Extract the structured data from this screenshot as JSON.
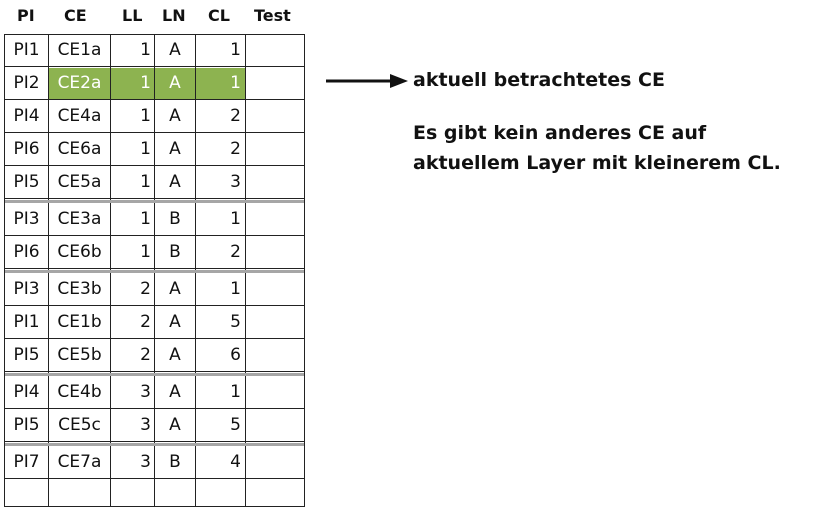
{
  "headers": [
    "PI",
    "CE",
    "LL",
    "LN",
    "CL",
    "Test"
  ],
  "rows": [
    {
      "pi": "PI1",
      "ce": "CE1a",
      "ll": "1",
      "ln": "A",
      "cl": "1",
      "test": "",
      "highlight": false,
      "group_start": false
    },
    {
      "pi": "PI2",
      "ce": "CE2a",
      "ll": "1",
      "ln": "A",
      "cl": "1",
      "test": "",
      "highlight": true,
      "group_start": false
    },
    {
      "pi": "PI4",
      "ce": "CE4a",
      "ll": "1",
      "ln": "A",
      "cl": "2",
      "test": "",
      "highlight": false,
      "group_start": false
    },
    {
      "pi": "PI6",
      "ce": "CE6a",
      "ll": "1",
      "ln": "A",
      "cl": "2",
      "test": "",
      "highlight": false,
      "group_start": false
    },
    {
      "pi": "PI5",
      "ce": "CE5a",
      "ll": "1",
      "ln": "A",
      "cl": "3",
      "test": "",
      "highlight": false,
      "group_start": false
    },
    {
      "pi": "PI3",
      "ce": "CE3a",
      "ll": "1",
      "ln": "B",
      "cl": "1",
      "test": "",
      "highlight": false,
      "group_start": true
    },
    {
      "pi": "PI6",
      "ce": "CE6b",
      "ll": "1",
      "ln": "B",
      "cl": "2",
      "test": "",
      "highlight": false,
      "group_start": false
    },
    {
      "pi": "PI3",
      "ce": "CE3b",
      "ll": "2",
      "ln": "A",
      "cl": "1",
      "test": "",
      "highlight": false,
      "group_start": true
    },
    {
      "pi": "PI1",
      "ce": "CE1b",
      "ll": "2",
      "ln": "A",
      "cl": "5",
      "test": "",
      "highlight": false,
      "group_start": false
    },
    {
      "pi": "PI5",
      "ce": "CE5b",
      "ll": "2",
      "ln": "A",
      "cl": "6",
      "test": "",
      "highlight": false,
      "group_start": false
    },
    {
      "pi": "PI4",
      "ce": "CE4b",
      "ll": "3",
      "ln": "A",
      "cl": "1",
      "test": "",
      "highlight": false,
      "group_start": true
    },
    {
      "pi": "PI5",
      "ce": "CE5c",
      "ll": "3",
      "ln": "A",
      "cl": "5",
      "test": "",
      "highlight": false,
      "group_start": false
    },
    {
      "pi": "PI7",
      "ce": "CE7a",
      "ll": "3",
      "ln": "B",
      "cl": "4",
      "test": "",
      "highlight": false,
      "group_start": true
    }
  ],
  "annotation": {
    "pointer_label": "aktuell betrachtetes CE",
    "note_line1": "Es gibt kein anderes CE auf",
    "note_line2": "aktuellem Layer mit kleinerem CL."
  },
  "colors": {
    "highlight": "#8db350",
    "separator": "#a6a6a6",
    "grid": "#222222"
  }
}
